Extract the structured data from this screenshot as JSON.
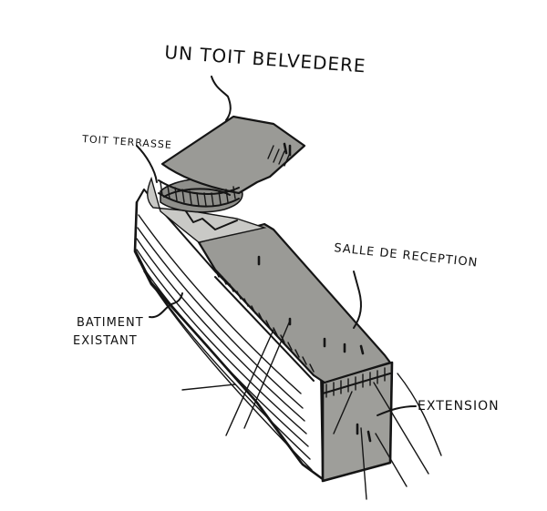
{
  "labels": {
    "belvedere": "UN TOIT BELVEDERE",
    "toit_terrasse": "TOIT TERRASSE",
    "salle_reception": "SALLE DE RECEPTION",
    "batiment_line1": "BATIMENT",
    "batiment_line2": "EXISTANT",
    "extension": "EXTENSION"
  }
}
